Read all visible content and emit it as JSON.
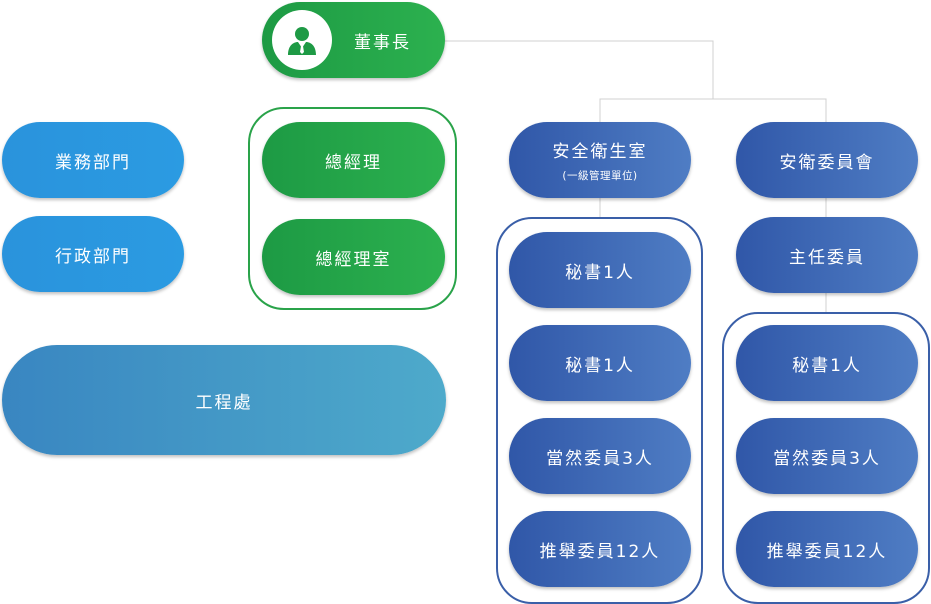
{
  "chairman": {
    "label": "董事長",
    "icon": "person-avatar-icon"
  },
  "left_departments": [
    {
      "label": "業務部門"
    },
    {
      "label": "行政部門"
    }
  ],
  "general_manager_group": [
    {
      "label": "總經理"
    },
    {
      "label": "總經理室"
    }
  ],
  "engineering": {
    "label": "工程處"
  },
  "safety_office": {
    "label": "安全衛生室",
    "sublabel": "(一級管理單位)",
    "members": [
      {
        "label": "秘書1人"
      },
      {
        "label": "秘書1人"
      },
      {
        "label": "當然委員3人"
      },
      {
        "label": "推舉委員12人"
      }
    ]
  },
  "safety_committee": {
    "label": "安衛委員會",
    "chair": {
      "label": "主任委員"
    },
    "members": [
      {
        "label": "秘書1人"
      },
      {
        "label": "當然委員3人"
      },
      {
        "label": "推舉委員12人"
      }
    ]
  },
  "colors": {
    "green": "#2aa34a",
    "light_blue": "#2b98e0",
    "teal": "#4aa5cb",
    "navy": "#3a5fa8",
    "connector": "#d0d0d0"
  }
}
